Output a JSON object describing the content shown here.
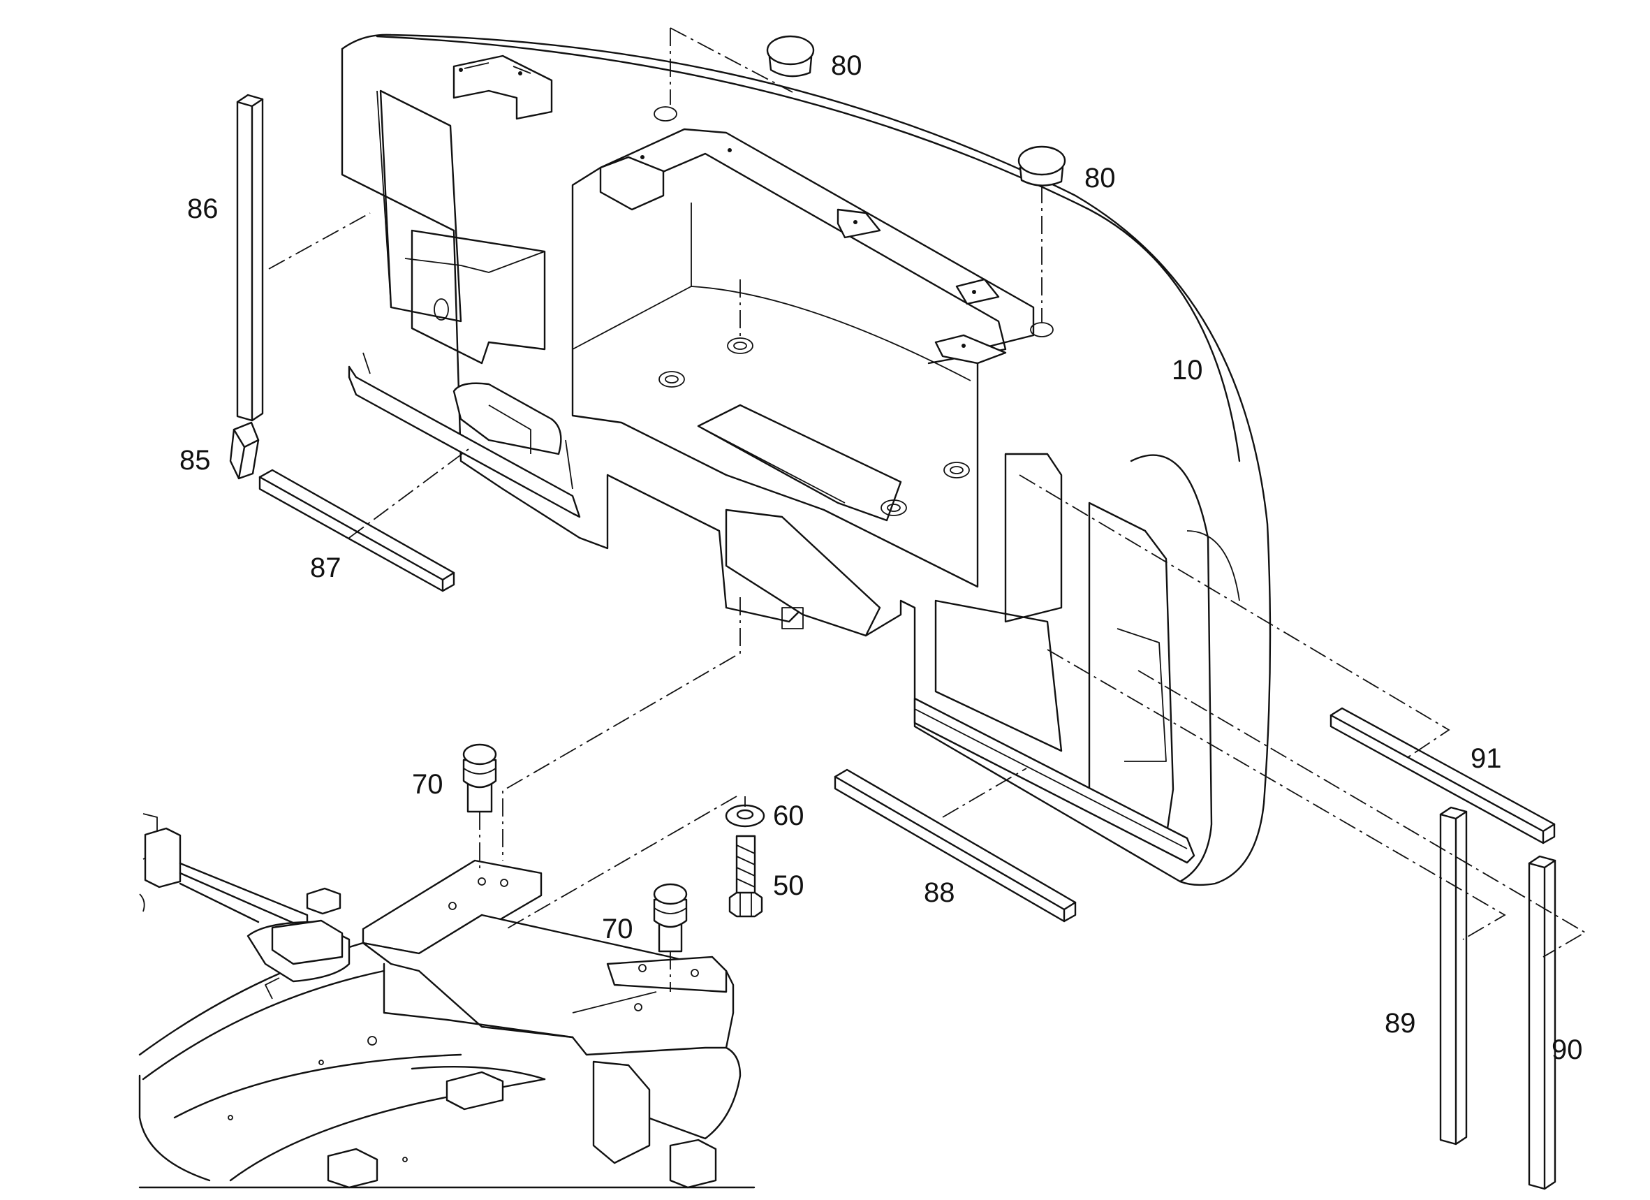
{
  "diagram": {
    "callouts": [
      {
        "id": "c80a",
        "label": "80"
      },
      {
        "id": "c80b",
        "label": "80"
      },
      {
        "id": "c86",
        "label": "86"
      },
      {
        "id": "c85",
        "label": "85"
      },
      {
        "id": "c87",
        "label": "87"
      },
      {
        "id": "c10",
        "label": "10"
      },
      {
        "id": "c70a",
        "label": "70"
      },
      {
        "id": "c60",
        "label": "60"
      },
      {
        "id": "c50",
        "label": "50"
      },
      {
        "id": "c70b",
        "label": "70"
      },
      {
        "id": "c88",
        "label": "88"
      },
      {
        "id": "c91",
        "label": "91"
      },
      {
        "id": "c89",
        "label": "89"
      },
      {
        "id": "c90",
        "label": "90"
      }
    ]
  },
  "colors": {
    "line": "#111111",
    "background": "#ffffff"
  }
}
